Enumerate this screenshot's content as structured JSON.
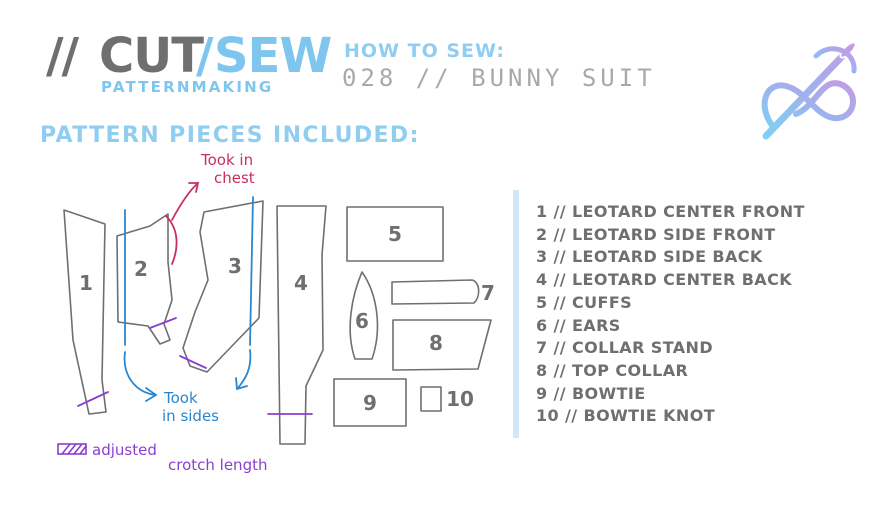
{
  "header": {
    "slashes": "//",
    "cut": "CUT",
    "separator": "/",
    "sew": "SEW",
    "subtitle": "PATTERNMAKING",
    "how_to_sew": "HOW TO SEW:",
    "project": "028 // BUNNY SUIT"
  },
  "logo": {
    "icon": "needle-and-thread-icon"
  },
  "section_title": "PATTERN PIECES INCLUDED:",
  "pieces": [
    {
      "number": "1",
      "label": "1 // LEOTARD CENTER FRONT"
    },
    {
      "number": "2",
      "label": "2 // LEOTARD SIDE FRONT"
    },
    {
      "number": "3",
      "label": "3 // LEOTARD SIDE BACK"
    },
    {
      "number": "4",
      "label": "4 // LEOTARD CENTER BACK"
    },
    {
      "number": "5",
      "label": "5 // CUFFS"
    },
    {
      "number": "6",
      "label": "6 // EARS"
    },
    {
      "number": "7",
      "label": "7 // COLLAR STAND"
    },
    {
      "number": "8",
      "label": "8 // TOP COLLAR"
    },
    {
      "number": "9",
      "label": "9 // BOWTIE"
    },
    {
      "number": "10",
      "label": "10 // BOWTIE KNOT"
    }
  ],
  "annotations": {
    "chest_line1": "Took in",
    "chest_line2": "chest",
    "sides_line1": "Took",
    "sides_line2": "in sides",
    "crotch_line1": "adjusted",
    "crotch_line2": "crotch length"
  },
  "colors": {
    "gray": "#6f6f6f",
    "blue": "#7fc6ef",
    "annotation_blue": "#2a87cf",
    "annotation_red": "#c8305a",
    "annotation_purple": "#8a3fd0"
  }
}
